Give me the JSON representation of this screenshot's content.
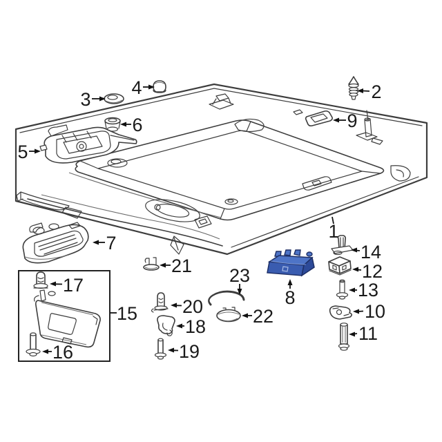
{
  "figure": {
    "type": "exploded-parts-diagram",
    "subject": "vehicle-headliner-interior-trim",
    "background_color": "#ffffff",
    "line_color": "#3d3d3d",
    "text_color": "#1a1a1a",
    "highlight_color_front": "#3a5cb0",
    "highlight_color_top": "#4e74c7",
    "highlight_color_side": "#2d4a99",
    "highlight_outline": "#1e2f66",
    "highlighted_callout": "8",
    "callouts": [
      {
        "label": "1"
      },
      {
        "label": "2"
      },
      {
        "label": "3"
      },
      {
        "label": "4"
      },
      {
        "label": "5"
      },
      {
        "label": "6"
      },
      {
        "label": "7"
      },
      {
        "label": "8"
      },
      {
        "label": "9"
      },
      {
        "label": "10"
      },
      {
        "label": "11"
      },
      {
        "label": "12"
      },
      {
        "label": "13"
      },
      {
        "label": "14"
      },
      {
        "label": "15"
      },
      {
        "label": "16"
      },
      {
        "label": "17"
      },
      {
        "label": "18"
      },
      {
        "label": "19"
      },
      {
        "label": "20"
      },
      {
        "label": "21"
      },
      {
        "label": "22"
      },
      {
        "label": "23"
      }
    ]
  }
}
